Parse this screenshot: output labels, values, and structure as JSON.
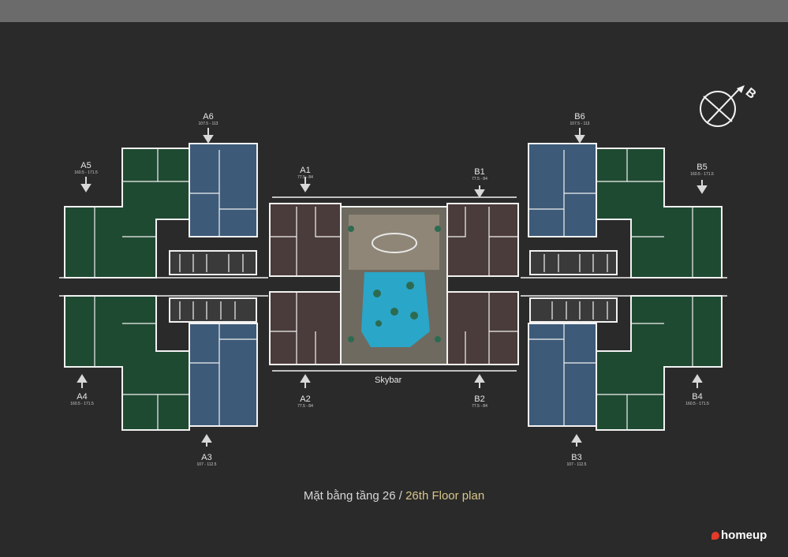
{
  "units": {
    "A1": {
      "code": "A1",
      "area": "77.5 - 84"
    },
    "A2": {
      "code": "A2",
      "area": "77.5 - 84"
    },
    "A3": {
      "code": "A3",
      "area": "107 - 112.5"
    },
    "A4": {
      "code": "A4",
      "area": "160.5 - 171.5"
    },
    "A5": {
      "code": "A5",
      "area": "160.5 - 171.5"
    },
    "A6": {
      "code": "A6",
      "area": "107.5 - 113"
    },
    "B1": {
      "code": "B1",
      "area": "77.5 - 84"
    },
    "B2": {
      "code": "B2",
      "area": "77.5 - 84"
    },
    "B3": {
      "code": "B3",
      "area": "107 - 112.5"
    },
    "B4": {
      "code": "B4",
      "area": "160.5 - 171.5"
    },
    "B5": {
      "code": "B5",
      "area": "160.5 - 171.5"
    },
    "B6": {
      "code": "B6",
      "area": "107.5 - 113"
    }
  },
  "skybar": "Skybar",
  "caption": {
    "vi": "Mặt bằng tầng 26 / ",
    "en": "26th Floor plan"
  },
  "compass_letter": "B",
  "brand": "homeup",
  "colors": {
    "green": "#1f4a32",
    "blue": "#3d5a78",
    "brown": "#4a3c3a",
    "wall": "#f2f2f2",
    "pool": "#2aa6c8"
  }
}
